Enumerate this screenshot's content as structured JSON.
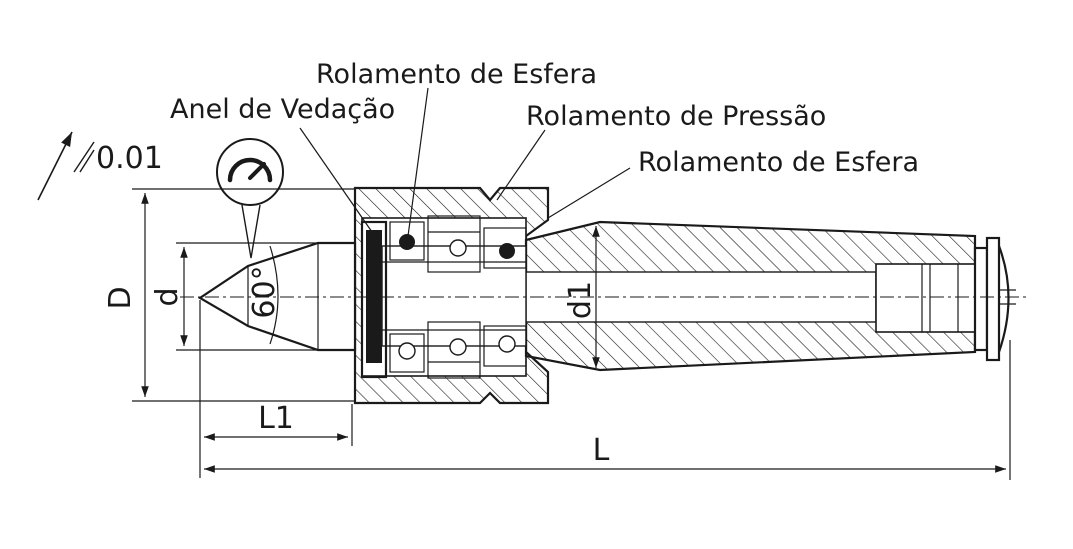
{
  "callouts": {
    "ball_bearing_top": "Rolamento de Esfera",
    "seal_ring": "Anel de Vedação",
    "thrust_bearing": "Rolamento de Pressão",
    "ball_bearing_right": "Rolamento de Esfera"
  },
  "tolerance": {
    "value": "0.01"
  },
  "dimensions": {
    "D": "D",
    "d": "d",
    "d1": "d1",
    "angle": "60°",
    "L1": "L1",
    "L": "L"
  },
  "icons": {
    "gauge": "dial-gauge-icon",
    "runout": "runout-arrow-icon"
  }
}
